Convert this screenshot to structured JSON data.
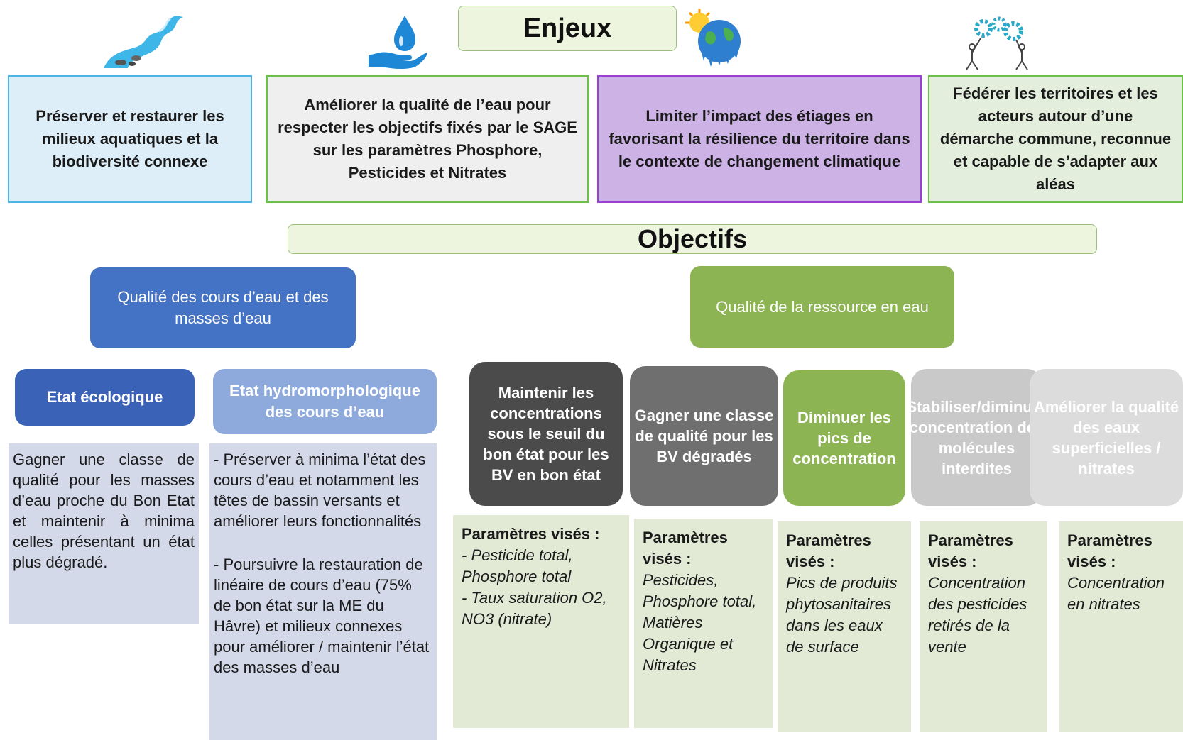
{
  "headings": {
    "enjeux": "Enjeux",
    "objectifs": "Objectifs"
  },
  "enjeux": [
    {
      "text": "Préserver et restaurer les milieux aquatiques et la biodiversité connexe",
      "icon": "river-icon",
      "bg": "#ddeef8",
      "border": "#4fb3e6"
    },
    {
      "text": "Améliorer la qualité de l’eau pour respecter les objectifs fixés par le SAGE sur les paramètres Phosphore, Pesticides et Nitrates",
      "icon": "water-drop-hand-icon",
      "bg": "#efefef",
      "border": "#6cc04a"
    },
    {
      "text": "Limiter l’impact des étiages en favorisant la résilience du territoire dans le contexte de changement climatique",
      "icon": "melting-earth-icon",
      "bg": "#cdb2e6",
      "border": "#9b3fd0"
    },
    {
      "text": "Fédérer les territoires et les acteurs autour d’une démarche commune, reconnue et capable de s’adapter aux aléas",
      "icon": "gears-people-icon",
      "bg": "#e3efdc",
      "border": "#6cc04a"
    }
  ],
  "categories": {
    "cours_eau": "Qualité des cours d’eau et des masses d’eau",
    "ressource": "Qualité de la ressource en eau"
  },
  "subcategories": {
    "etat_ecologique": "Etat écologique",
    "etat_hydro": "Etat hydromorphologique des cours d’eau"
  },
  "descriptions": {
    "etat_ecologique": "Gagner une classe de qualité pour les masses d’eau proche du Bon Etat et maintenir à minima celles présentant un état plus dégradé.",
    "etat_hydro_1": "- Préserver à minima l’état des cours d’eau et notamment les têtes de bassin versants et améliorer leurs fonctionnalités",
    "etat_hydro_2": "- Poursuivre la restauration de linéaire de cours d’eau (75% de bon état sur la ME du Hâvre) et milieux connexes pour améliorer / maintenir l’état des masses d’eau"
  },
  "objectifs": [
    {
      "label": "Maintenir les concentrations sous le seuil du bon état pour les BV en bon état",
      "bg": "#4b4b4b",
      "params_title": "Paramètres visés :",
      "params": [
        "- Pesticide total, Phosphore total",
        "- Taux saturation O2, NO3 (nitrate)"
      ]
    },
    {
      "label": "Gagner une classe de qualité pour les BV dégradés",
      "bg": "#6f6f6f",
      "params_title": "Paramètres visés :",
      "params": [
        "Pesticides, Phosphore total, Matières Organique et Nitrates"
      ]
    },
    {
      "label": "Diminuer les pics de concentration",
      "bg": "#8db453",
      "params_title": "Paramètres visés :",
      "params": [
        "Pics de produits phytosanitaires dans les eaux de surface"
      ]
    },
    {
      "label": "Stabiliser/diminuer concentration des molécules interdites",
      "bg": "#c9c9c9",
      "params_title": "Paramètres visés :",
      "params": [
        "Concentration des pesticides retirés de la vente"
      ]
    },
    {
      "label": "Améliorer la qualité des eaux superficielles / nitrates",
      "bg": "#dcdcdc",
      "params_title": "Paramètres visés :",
      "params": [
        "Concentration en nitrates"
      ]
    }
  ],
  "colors": {
    "blue_category": "#4472c4",
    "green_category": "#8db453",
    "sub_dark_blue": "#3a63b8",
    "sub_light_blue": "#8ea9db"
  }
}
